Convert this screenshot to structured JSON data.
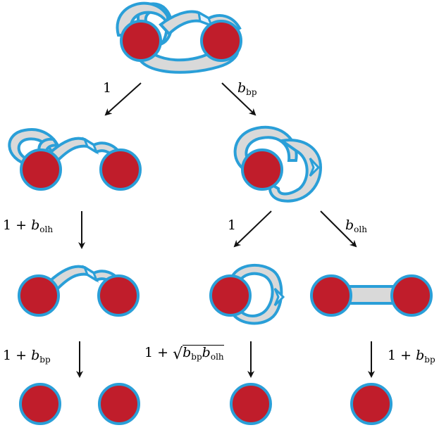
{
  "labels": {
    "top_left_weight": "1",
    "top_right_weight": "b",
    "top_right_weight_sub": "bp",
    "mid_left_weight_prefix": "1 + ",
    "mid_left_weight_var": "b",
    "mid_left_weight_sub": "olh",
    "mid_center_weight": "1",
    "mid_right_weight_var": "b",
    "mid_right_weight_sub": "olh",
    "bottom_left_weight_prefix": "1 + ",
    "bottom_left_weight_var": "b",
    "bottom_left_weight_sub": "bp",
    "bottom_center_weight_prefix": "1 + ",
    "bottom_center_sqrt_var1": "b",
    "bottom_center_sqrt_sub1": "bp",
    "bottom_center_sqrt_var2": "b",
    "bottom_center_sqrt_sub2": "olh",
    "bottom_right_weight_prefix": "1 + ",
    "bottom_right_weight_var": "b",
    "bottom_right_weight_sub": "bp"
  },
  "colors": {
    "bead_fill": "#c01d2b",
    "outline": "#2a9fd8",
    "strand_fill": "#d9d9d9",
    "strand_light": "#e6f2fb",
    "arrow": "#111111"
  }
}
